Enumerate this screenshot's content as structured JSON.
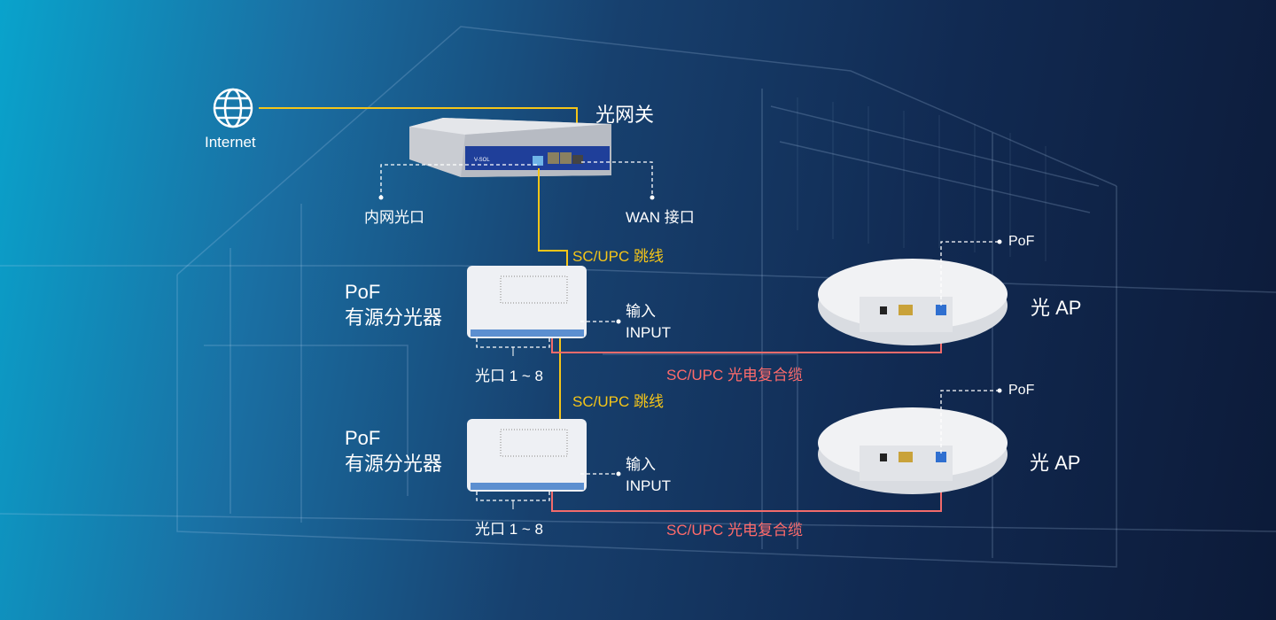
{
  "internet": {
    "label": "Internet",
    "icon": "globe-icon"
  },
  "gateway": {
    "title": "光网关",
    "lan_port_label": "内网光口",
    "wan_port_label": "WAN 接口"
  },
  "jumper_label_1": "SC/UPC 跳线",
  "jumper_label_2": "SC/UPC 跳线",
  "splitters": [
    {
      "title_line1": "PoF",
      "title_line2": "有源分光器",
      "input_line1": "输入",
      "input_line2": "INPUT",
      "ports_label": "光口 1 ~ 8"
    },
    {
      "title_line1": "PoF",
      "title_line2": "有源分光器",
      "input_line1": "输入",
      "input_line2": "INPUT",
      "ports_label": "光口 1 ~ 8"
    }
  ],
  "aps": [
    {
      "title": "光 AP",
      "pof_label": "PoF",
      "cable_label": "SC/UPC 光电复合缆"
    },
    {
      "title": "光 AP",
      "pof_label": "PoF",
      "cable_label": "SC/UPC 光电复合缆"
    }
  ],
  "colors": {
    "fiber": "#f5c518",
    "composite": "#f26b6b",
    "dashed": "#ffffff"
  }
}
